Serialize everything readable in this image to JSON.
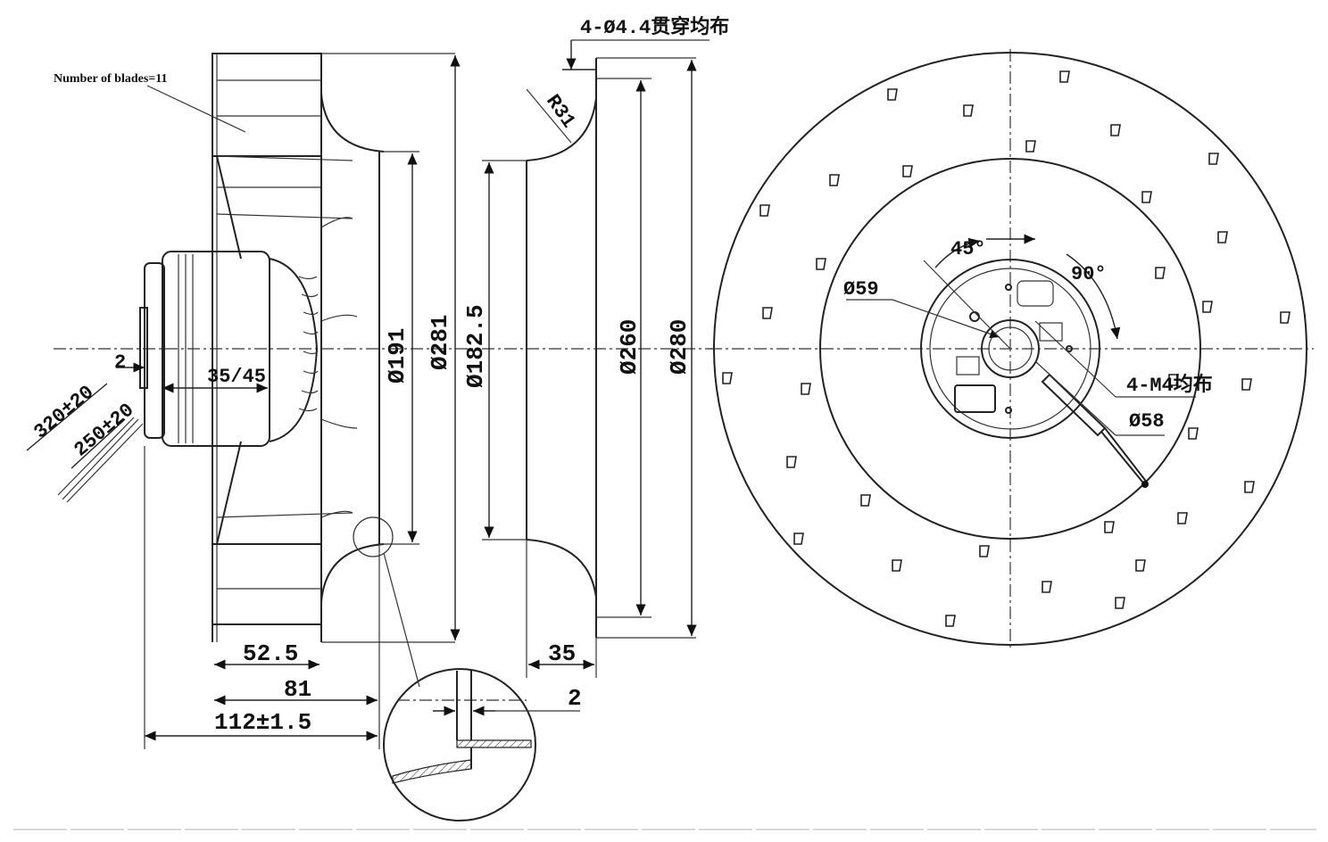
{
  "labels": {
    "blades": "Number of blades=11",
    "holes": "4-Ø4.4贯穿均布",
    "r31": "R31",
    "d191": "Ø191",
    "d281": "Ø281",
    "d182_5": "Ø182.5",
    "d260": "Ø260",
    "d280": "Ø280",
    "w2_left": "2",
    "w35_45": "35/45",
    "cable320": "320±20",
    "cable250": "250±20",
    "w52_5": "52.5",
    "w81": "81",
    "w112": "112±1.5",
    "w35": "35",
    "w2_detail": "2",
    "a45": "45°",
    "a90": "90°",
    "d59": "Ø59",
    "m4": "4-M4均布",
    "d58": "Ø58"
  }
}
